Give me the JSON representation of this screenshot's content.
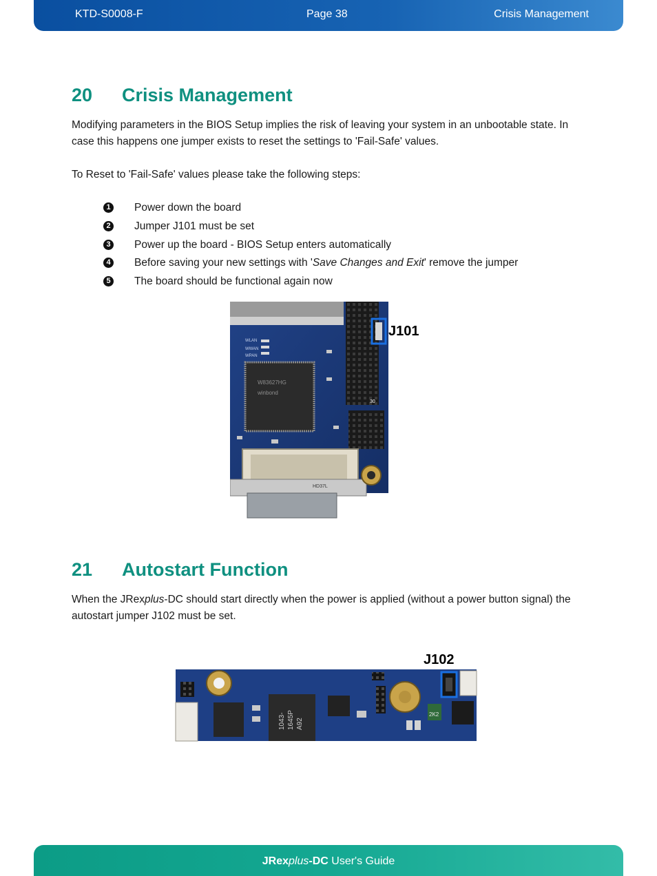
{
  "header": {
    "doc_id": "KTD-S0008-F",
    "page": "Page 38",
    "section": "Crisis Management"
  },
  "section20": {
    "number": "20",
    "title": "Crisis Management",
    "intro": "Modifying parameters in the BIOS Setup implies the risk of leaving your system in an unbootable state. In case this happens one jumper exists to reset the settings to 'Fail-Safe' values.",
    "steps_intro": "To Reset to 'Fail-Safe' values please take the following steps:",
    "steps": [
      {
        "bullet": "1",
        "text": "Power down the board"
      },
      {
        "bullet": "2",
        "text": "Jumper J101 must be set"
      },
      {
        "bullet": "3",
        "text": "Power up the board - BIOS Setup enters automatically"
      },
      {
        "bullet": "4",
        "text_before": "Before saving your new settings with '",
        "text_italic": "Save Changes and Exit",
        "text_after": "' remove the jumper"
      },
      {
        "bullet": "5",
        "text": "The board should be functional again now"
      }
    ],
    "figure_label": "J101"
  },
  "section21": {
    "number": "21",
    "title": "Autostart Function",
    "body_1": "When the JRex",
    "body_italic": "plus",
    "body_2": "-DC should start directly when the power is applied (without a power button signal) the autostart jumper J102 must be set.",
    "figure_label": "J102"
  },
  "footer": {
    "brand_1": "JRex",
    "brand_italic": "plus",
    "brand_2": "-DC",
    "suffix": " User's Guide"
  },
  "colors": {
    "header_blue": "#0a4fa0",
    "heading_teal": "#0f9080",
    "footer_teal": "#14a892",
    "highlight_blue": "#1a6fe0"
  }
}
